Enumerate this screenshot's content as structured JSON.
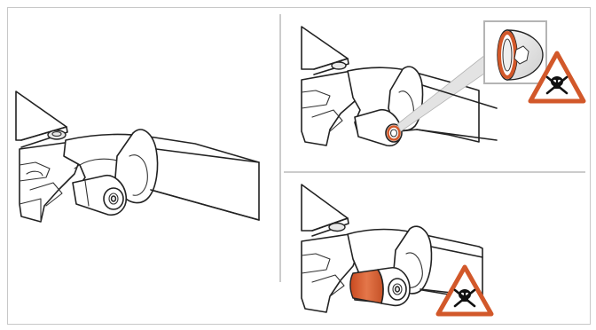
{
  "panels": [
    {
      "id": "left",
      "content": "arm-joint-overview"
    },
    {
      "id": "top-right",
      "content": "arm-joint-with-magnified-seal",
      "warning_icon": "toxic-hazard-triangle-icon"
    },
    {
      "id": "bottom-right",
      "content": "arm-joint-with-contaminated-band",
      "warning_icon": "toxic-hazard-triangle-icon"
    }
  ],
  "colors": {
    "frame": "#c8c8c8",
    "divider": "#9a9a9a",
    "line": "#222222",
    "highlight": "#d2582a",
    "warning": "#d2582a",
    "zoom_box": "#b4b4b4"
  }
}
